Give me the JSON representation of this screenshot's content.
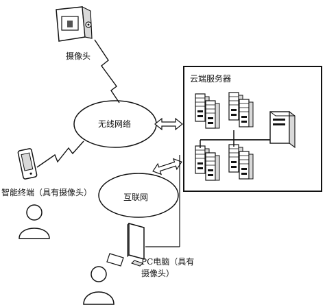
{
  "labels": {
    "camera": "摄像头",
    "wireless_network": "无线网络",
    "internet": "互联网",
    "cloud_server": "云端服务器",
    "smart_terminal": "智能终端（具有摄像头）",
    "pc_line1": "PC电脑（具有",
    "pc_line2": "摄像头）"
  },
  "icons": {
    "camera": "security-camera-icon",
    "mobile": "mobile-phone-icon",
    "server": "server-tower-icon",
    "pc": "desktop-computer-icon",
    "person": "person-icon"
  },
  "colors": {
    "line": "#111111",
    "fill": "#ffffff",
    "shade": "#d9d9d9"
  }
}
